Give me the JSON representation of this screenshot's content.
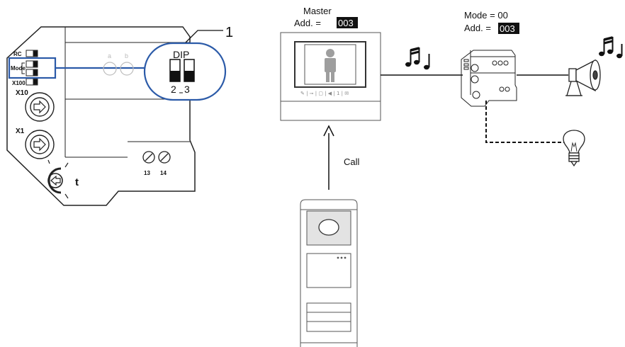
{
  "diagram": {
    "module": {
      "callout_number": "1",
      "dip_label": "DIP",
      "dip_numbers": [
        "2",
        "3"
      ],
      "switch_labels": [
        "RC",
        "Mode",
        "X100",
        "X10",
        "X1"
      ],
      "terminal_top": [
        "a",
        "b"
      ],
      "terminal_numbers": [
        "13",
        "14"
      ],
      "timer_label": "t"
    },
    "indoor_station": {
      "role": "Master",
      "address_label": "Add. =",
      "address_value": "003"
    },
    "actuator": {
      "mode_label": "Mode = 00",
      "address_label": "Add. =",
      "address_value": "003"
    },
    "outdoor_station": {
      "call_label": "Call"
    },
    "icons": [
      "music-note-icon",
      "siren-horn-icon",
      "light-bulb-icon",
      "person-icon",
      "arrow-button-icon"
    ]
  }
}
